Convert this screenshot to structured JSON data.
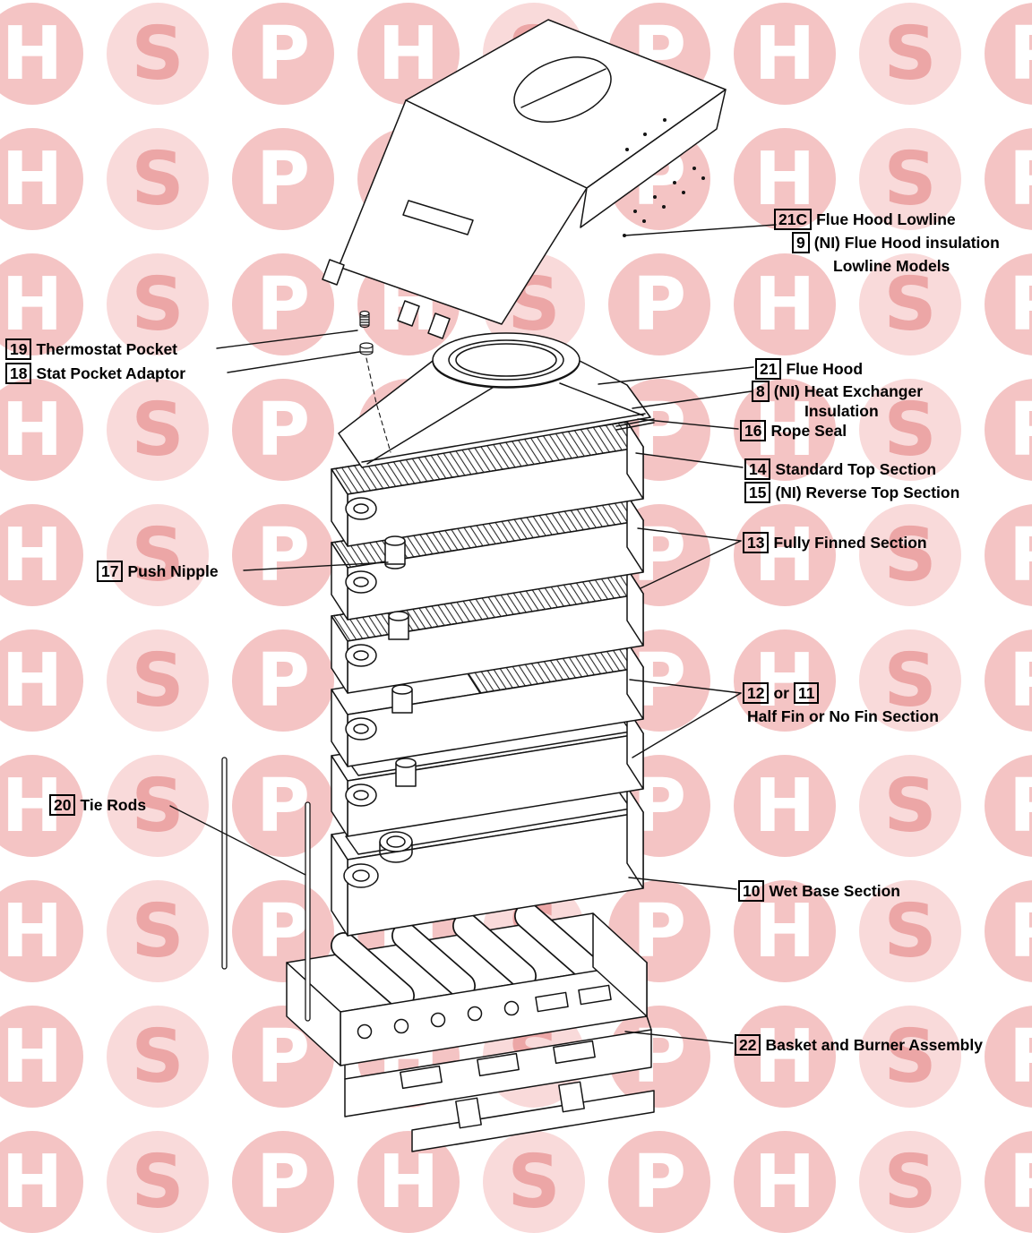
{
  "watermark": {
    "letters": [
      "H",
      "S",
      "P"
    ],
    "circle_color": "#f4c4c4",
    "letter_color": "#ffffff",
    "s_circle_color": "#f9dada",
    "s_letter_color": "#eca6a6"
  },
  "callouts": {
    "flue_hood_lowline": {
      "num": "21C",
      "text": "Flue Hood Lowline"
    },
    "flue_hood_insulation": {
      "num": "9",
      "text": "(NI) Flue Hood insulation"
    },
    "lowline_models": {
      "text": "Lowline Models"
    },
    "thermostat_pocket": {
      "num": "19",
      "text": "Thermostat Pocket"
    },
    "stat_pocket_adaptor": {
      "num": "18",
      "text": "Stat Pocket Adaptor"
    },
    "flue_hood": {
      "num": "21",
      "text": "Flue Hood"
    },
    "heat_exchanger_insulation": {
      "num": "8",
      "text": "(NI) Heat Exchanger"
    },
    "heat_exchanger_insulation_line2": {
      "text": "Insulation"
    },
    "rope_seal": {
      "num": "16",
      "text": "Rope Seal"
    },
    "standard_top_section": {
      "num": "14",
      "text": "Standard Top Section"
    },
    "reverse_top_section": {
      "num": "15",
      "text": "(NI) Reverse Top Section"
    },
    "fully_finned_section": {
      "num": "13",
      "text": "Fully Finned Section"
    },
    "push_nipple": {
      "num": "17",
      "text": "Push Nipple"
    },
    "half_fin": {
      "num1": "12",
      "or": "or",
      "num2": "11",
      "text": "Half Fin or No Fin Section"
    },
    "tie_rods": {
      "num": "20",
      "text": "Tie Rods"
    },
    "wet_base_section": {
      "num": "10",
      "text": "Wet Base Section"
    },
    "basket_burner": {
      "num": "22",
      "text": "Basket and Burner Assembly"
    }
  }
}
